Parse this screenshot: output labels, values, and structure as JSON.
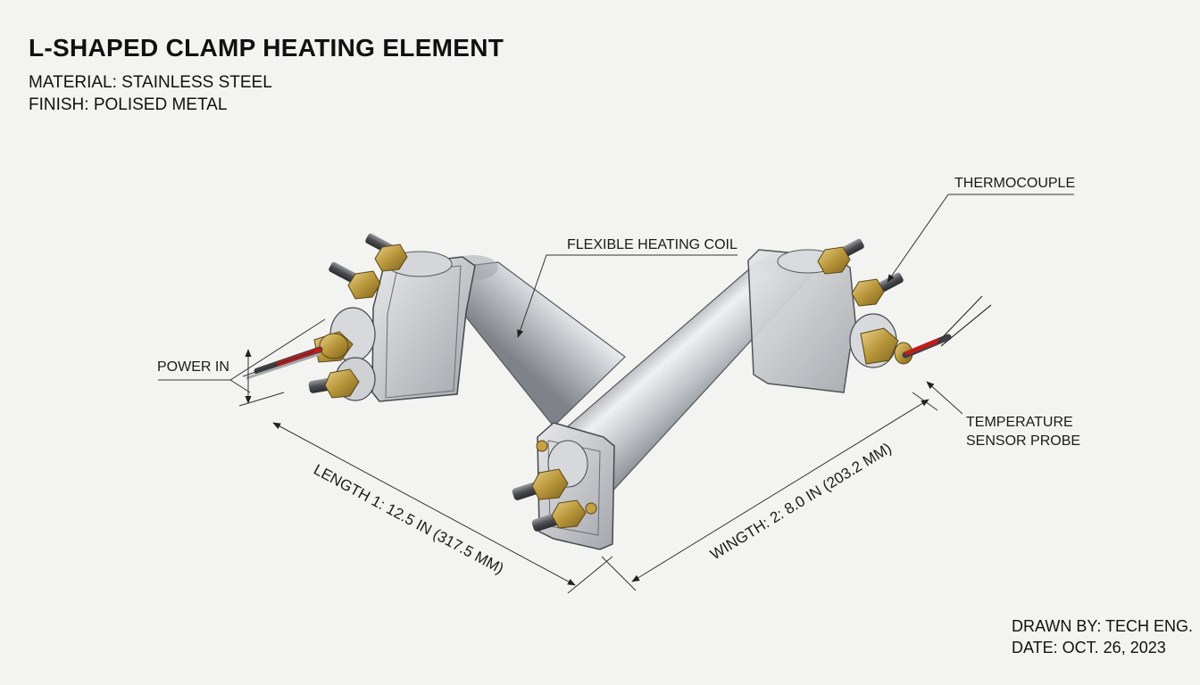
{
  "header": {
    "title": "L-SHAPED CLAMP HEATING ELEMENT",
    "material": "MATERIAL: STAINLESS STEEL",
    "finish": "FINISH: POLISED METAL"
  },
  "callouts": {
    "thermocouple": "THERMOCOUPLE",
    "heating_coil": "FLEXIBLE HEATING COIL",
    "power_in": "POWER IN",
    "sensor_line1": "TEMPERATURE",
    "sensor_line2": "SENSOR PROBE"
  },
  "dimensions": {
    "length": "LENGTH 1: 12.5 IN (317.5 MM)",
    "width": "WINGTH: 2: 8.0 IN (203.2 MM)"
  },
  "footer": {
    "drawn_by": "DRAWN BY: TECH ENG.",
    "date": "DATE: OCT. 26, 2023"
  },
  "colors": {
    "background": "#f3f3f1",
    "steel": "#b9bcc0",
    "brass": "#b8963a",
    "wire_red": "#c21b1b"
  }
}
